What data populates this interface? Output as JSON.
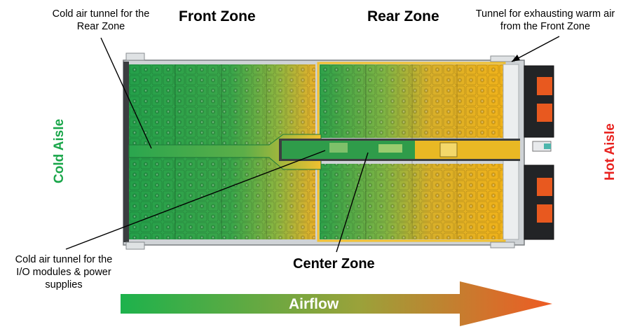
{
  "labels": {
    "front_zone": "Front Zone",
    "rear_zone": "Rear Zone",
    "center_zone": "Center Zone",
    "cold_aisle": "Cold Aisle",
    "hot_aisle": "Hot Aisle",
    "airflow": "Airflow"
  },
  "callouts": {
    "cold_tunnel_rear": [
      "Cold air tunnel for the",
      "Rear Zone"
    ],
    "warm_tunnel_front": [
      "Tunnel for exhausting warm air",
      "from the Front Zone"
    ],
    "cold_tunnel_io": [
      "Cold air tunnel for the",
      "I/O modules & power",
      "supplies"
    ]
  },
  "colors": {
    "cold": "#1aa64a",
    "hot": "#e8221f",
    "chassis_green": "#2fa24a",
    "chassis_yellow": "#f0b21a",
    "airflow_start": "#1db24c",
    "airflow_end": "#ee5b24"
  }
}
